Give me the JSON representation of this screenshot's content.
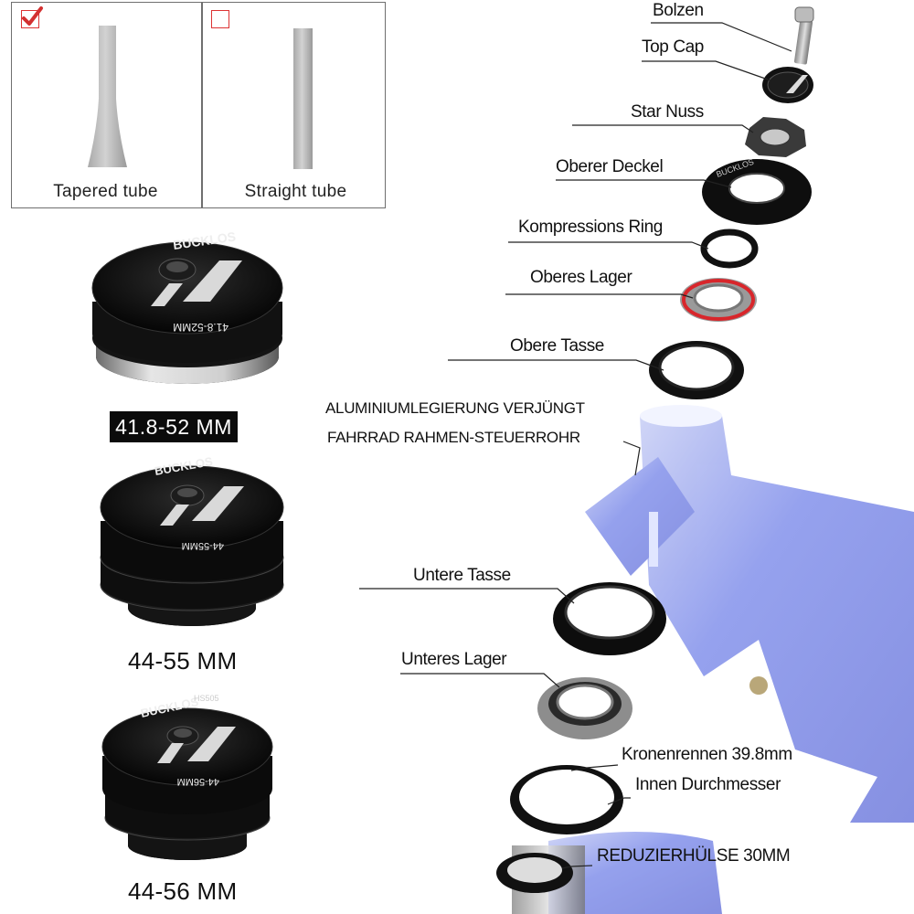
{
  "tube_selector": {
    "tapered": {
      "label": "Tapered tube",
      "checked": true
    },
    "straight": {
      "label": "Straight tube",
      "checked": false
    }
  },
  "sizes": {
    "first": "41.8-52 MM",
    "second": "44-55 MM",
    "third": "44-56 MM"
  },
  "headset_marks": {
    "brand": "BUCKLOS",
    "model": "HS505",
    "size1": "41.8-52MM",
    "size2": "44-55MM",
    "size3": "44-56MM"
  },
  "parts": {
    "bolt": "Bolzen",
    "top_cap": "Top Cap",
    "star_nut": "Star Nuss",
    "upper_cover": "Oberer Deckel",
    "compression_ring": "Kompressions Ring",
    "upper_bearing": "Oberes Lager",
    "upper_cup": "Obere Tasse",
    "frame_line1": "ALUMINIUMLEGIERUNG VERJÜNGT",
    "frame_line2": "FAHRRAD RAHMEN-STEUERROHR",
    "lower_cup": "Untere Tasse",
    "lower_bearing": "Unteres Lager",
    "crown_race_line1": "Kronenrennen 39.8mm",
    "crown_race_line2": "Innen Durchmesser",
    "reducer": "REDUZIERHÜLSE 30MM"
  },
  "colors": {
    "frame_blue": "#2a3fd6",
    "bearing_red": "#d8262b",
    "anodized_black": "#111111",
    "check_red": "#d33030"
  }
}
